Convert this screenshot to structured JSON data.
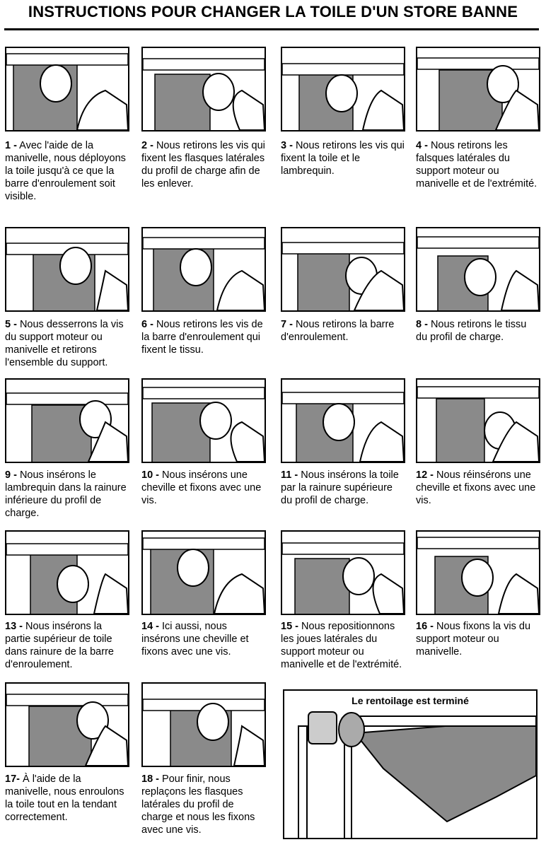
{
  "title": "INSTRUCTIONS POUR CHANGER LA TOILE D'UN STORE BANNE",
  "steps": [
    {
      "num": "1 -",
      "text": "Avec l'aide de la manivelle, nous déployons la toile jusqu'à ce que la barre d'enroulement soit visible."
    },
    {
      "num": "2 -",
      "text": "Nous retirons les vis qui fixent les flasques latérales du profil de charge afin de les enlever."
    },
    {
      "num": "3 -",
      "text": "Nous retirons les vis qui fixent la toile et le lambrequin."
    },
    {
      "num": "4 -",
      "text": "Nous retirons les falsques latérales du support moteur ou manivelle et de l'extrémité."
    },
    {
      "num": "5 -",
      "text": "Nous desserrons la vis du support moteur ou manivelle et retirons l'ensemble du support."
    },
    {
      "num": "6 -",
      "text": "Nous retirons les vis de la barre d'enroulement qui fixent le tissu."
    },
    {
      "num": "7 -",
      "text": "Nous retirons la barre d'enroulement."
    },
    {
      "num": "8 -",
      "text": "Nous retirons le tissu du profil de charge."
    },
    {
      "num": "9 -",
      "text": "Nous insérons le lambrequin dans la rainure inférieure du profil de charge."
    },
    {
      "num": "10 -",
      "text": "Nous insérons une cheville et fixons avec une vis."
    },
    {
      "num": "11 -",
      "text": "Nous insérons la toile par la rainure supérieure du profil de charge."
    },
    {
      "num": "12 -",
      "text": "Nous réinsérons une cheville et fixons avec une vis."
    },
    {
      "num": "13 -",
      "text": "Nous insérons la partie supérieur de toile dans rainure de la barre d'enroulement."
    },
    {
      "num": "14 -",
      "text": "Ici aussi, nous insérons une cheville et fixons avec une vis."
    },
    {
      "num": "15 -",
      "text": "Nous repositionnons les joues latérales du support moteur ou manivelle et de l'extrémité."
    },
    {
      "num": "16 -",
      "text": "Nous fixons la vis du support moteur ou manivelle."
    },
    {
      "num": "17-",
      "text": "À l'aide de la manivelle, nous enroulons la toile tout en la tendant correctement."
    },
    {
      "num": "18 -",
      "text": "Pour finir, nous replaçons les flasques latérales du profil de charge et nous les fixons avec une vis."
    }
  ],
  "final_caption": "Le rentoilage est terminé",
  "colors": {
    "fabric": "#8a8a8a",
    "line": "#000000"
  }
}
